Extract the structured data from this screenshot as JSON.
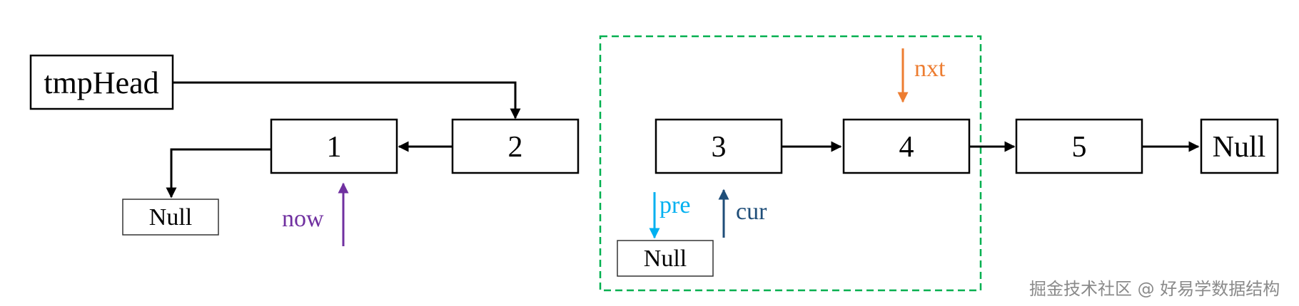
{
  "nodes": {
    "tmp_head": "tmpHead",
    "n1": "1",
    "n2": "2",
    "n3": "3",
    "n4": "4",
    "n5": "5",
    "null_right": "Null",
    "null_left": "Null",
    "null_pre": "Null"
  },
  "pointers": {
    "now": "now",
    "pre": "pre",
    "cur": "cur",
    "nxt": "nxt"
  },
  "colors": {
    "now": "#7030a0",
    "pre": "#00b0f0",
    "cur": "#1f4e79",
    "nxt": "#ed7d31",
    "frame": "#00b050",
    "ink": "#000000"
  },
  "watermark": "掘金技术社区 @ 好易学数据结构"
}
